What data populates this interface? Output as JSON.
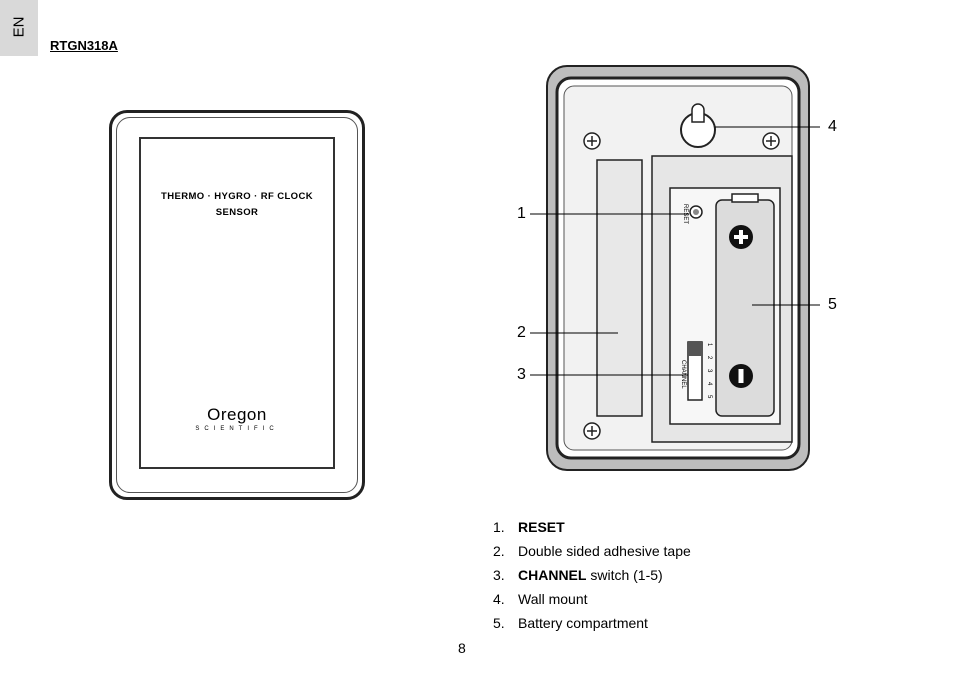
{
  "header": {
    "lang": "EN",
    "model": "RTGN318A"
  },
  "front": {
    "title_line1": "THERMO · HYGRO · RF CLOCK",
    "title_line2": "SENSOR",
    "brand": "Oregon",
    "brand_sub": "SCIENTIFIC"
  },
  "back": {
    "reset_label": "RESET",
    "channel_label": "CHANNEL",
    "channel_numbers": [
      "1",
      "2",
      "3",
      "4",
      "5"
    ],
    "callouts": [
      "1",
      "2",
      "3",
      "4",
      "5"
    ]
  },
  "legend": [
    {
      "num": "1.",
      "bold": "RESET",
      "text": ""
    },
    {
      "num": "2.",
      "bold": "",
      "text": "Double sided adhesive tape"
    },
    {
      "num": "3.",
      "bold": "CHANNEL",
      "text": " switch (1-5)"
    },
    {
      "num": "4.",
      "bold": "",
      "text": "Wall mount"
    },
    {
      "num": "5.",
      "bold": "",
      "text": "Battery compartment"
    }
  ],
  "page_number": "8"
}
